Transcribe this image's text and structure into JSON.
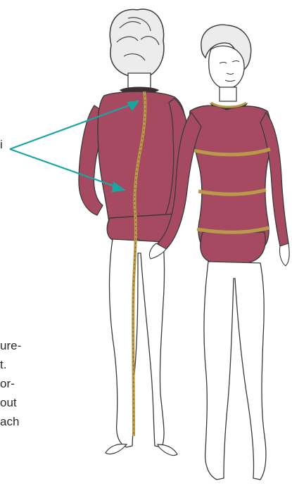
{
  "caption": {
    "fragments": [
      "i",
      "ure-",
      "t.",
      "or-",
      "out",
      "ach"
    ]
  },
  "colors": {
    "garment": "#a64a62",
    "garment_shadow": "#7f3048",
    "outline": "#3a3a3a",
    "skin": "#ffffff",
    "hair": "#d9d9d9",
    "arrow": "#1aa6a0",
    "tape": "#b89a4a",
    "collar": "#3b2f33"
  },
  "illustration": {
    "subject": "two-figures-measurement",
    "icons": [
      "arrow-icon",
      "measuring-tape-icon"
    ]
  }
}
